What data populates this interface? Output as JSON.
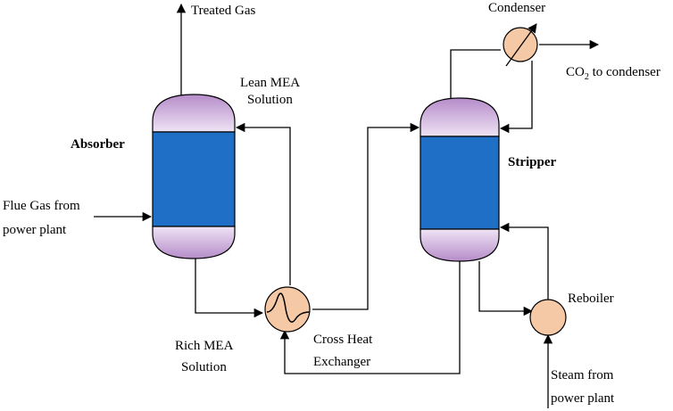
{
  "labels": {
    "treated_gas": "Treated Gas",
    "lean_mea_line1": "Lean MEA",
    "lean_mea_line2": "Solution",
    "absorber": "Absorber",
    "flue_gas_line1": "Flue Gas from",
    "flue_gas_line2": "power plant",
    "rich_mea_line1": "Rich MEA",
    "rich_mea_line2": "Solution",
    "cross_hx_line1": "Cross Heat",
    "cross_hx_line2": "Exchanger",
    "condenser": "Condenser",
    "co2_prefix": "CO",
    "co2_subscript": "2",
    "co2_suffix": " to condenser",
    "stripper": "Stripper",
    "reboiler": "Reboiler",
    "steam_line1": "Steam from",
    "steam_line2": "power plant"
  },
  "colors": {
    "vessel_body": "#1f6fc6",
    "vessel_cap": "#c9a6d9",
    "exchanger_fill": "#f6c9a6",
    "line": "#000000"
  }
}
